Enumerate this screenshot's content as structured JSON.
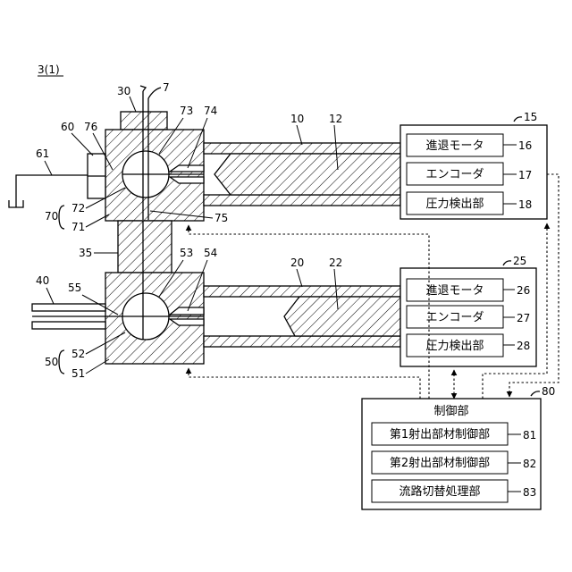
{
  "figure_label": "3(1)",
  "units": {
    "u1": {
      "box_number": "15",
      "rows": [
        {
          "text": "進退モータ",
          "num": "16"
        },
        {
          "text": "エンコーダ",
          "num": "17"
        },
        {
          "text": "圧力検出部",
          "num": "18"
        }
      ]
    },
    "u2": {
      "box_number": "25",
      "rows": [
        {
          "text": "進退モータ",
          "num": "26"
        },
        {
          "text": "エンコーダ",
          "num": "27"
        },
        {
          "text": "圧力検出部",
          "num": "28"
        }
      ]
    }
  },
  "control": {
    "title": "制御部",
    "number": "80",
    "rows": [
      {
        "text": "第1射出部材制御部",
        "num": "81"
      },
      {
        "text": "第2射出部材制御部",
        "num": "82"
      },
      {
        "text": "流路切替処理部",
        "num": "83"
      }
    ]
  },
  "labels": {
    "l30": "30",
    "l7": "7",
    "l73": "73",
    "l74": "74",
    "l10": "10",
    "l12": "12",
    "l60": "60",
    "l76": "76",
    "l61": "61",
    "l72": "72",
    "l70": "70",
    "l71": "71",
    "l75": "75",
    "l35": "35",
    "l53": "53",
    "l54": "54",
    "l20": "20",
    "l22": "22",
    "l40": "40",
    "l55": "55",
    "l52": "52",
    "l50": "50",
    "l51": "51"
  }
}
